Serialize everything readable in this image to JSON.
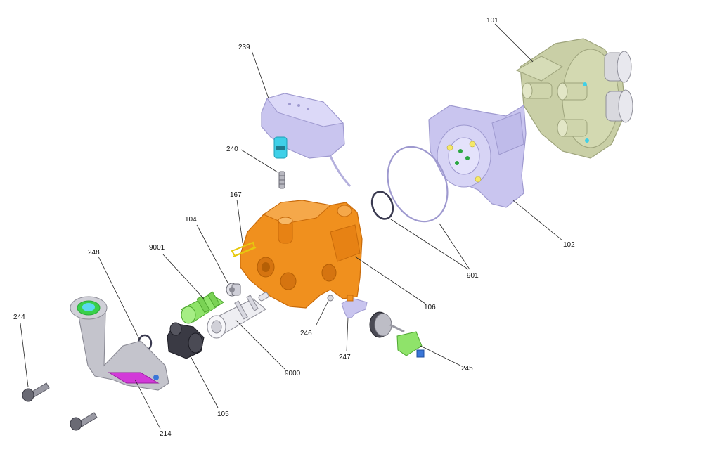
{
  "diagram": {
    "labels": {
      "p101": "101",
      "p102": "102",
      "p104": "104",
      "p105": "105",
      "p106": "106",
      "p167": "167",
      "p214": "214",
      "p239": "239",
      "p240": "240",
      "p244": "244",
      "p245": "245",
      "p246": "246",
      "p247": "247",
      "p248": "248",
      "p901": "901",
      "p9000": "9000",
      "p9001": "9001"
    },
    "colors": {
      "housing_orange": "#f0901e",
      "housing_orange_dark": "#c86a0a",
      "lavender": "#c9c5ef",
      "lavender_dark": "#9e99cf",
      "sage": "#c9cfa6",
      "sage_dark": "#9ea47c",
      "green": "#8fe36a",
      "dark_gray": "#3a3a44",
      "cyan": "#3fd0e8",
      "magenta": "#d23ad8",
      "yellow": "#f5e86a"
    }
  }
}
